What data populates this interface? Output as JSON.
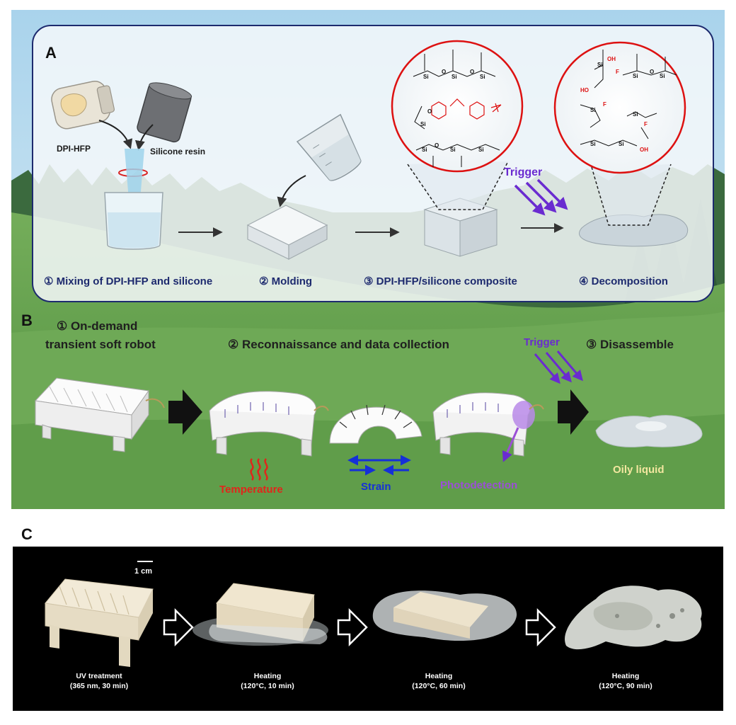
{
  "panels": {
    "a": "A",
    "b": "B",
    "c": "C"
  },
  "panel_a": {
    "ingredient_1": "DPI-HFP",
    "ingredient_2": "Silicone resin",
    "trigger": "Trigger",
    "step1": "① Mixing of DPI-HFP and silicone",
    "step2": "② Molding",
    "step3": "③ DPI-HFP/silicone composite",
    "step4": "④ Decomposition",
    "chem_si": "Si",
    "chem_o": "O",
    "chem_f": "F",
    "chem_oh": "OH",
    "chem_ho": "HO"
  },
  "panel_b": {
    "step1_line1": "① On-demand",
    "step1_line2": "transient soft robot",
    "step2": "② Reconnaissance and data collection",
    "step3": "③ Disassemble",
    "trigger": "Trigger",
    "temperature": "Temperature",
    "strain": "Strain",
    "photodetection": "Photodetection",
    "oily_liquid": "Oily liquid"
  },
  "panel_c": {
    "scale_bar": "1 cm",
    "captions": [
      {
        "line1": "UV treatment",
        "line2": "(365 nm, 30 min)"
      },
      {
        "line1": "Heating",
        "line2": "(120°C, 10 min)"
      },
      {
        "line1": "Heating",
        "line2": "(120°C, 60 min)"
      },
      {
        "line1": "Heating",
        "line2": "(120°C, 90 min)"
      }
    ]
  },
  "colors": {
    "caption_blue": "#1d2a6e",
    "trigger_purple": "#6a2bd0",
    "temperature_red": "#e0261b",
    "strain_blue": "#1530d8",
    "photo_purple": "#9b4fd6",
    "oily_yellow": "#f3e7a0",
    "grass": "#6aa651",
    "sky": "#cfe6f3"
  }
}
